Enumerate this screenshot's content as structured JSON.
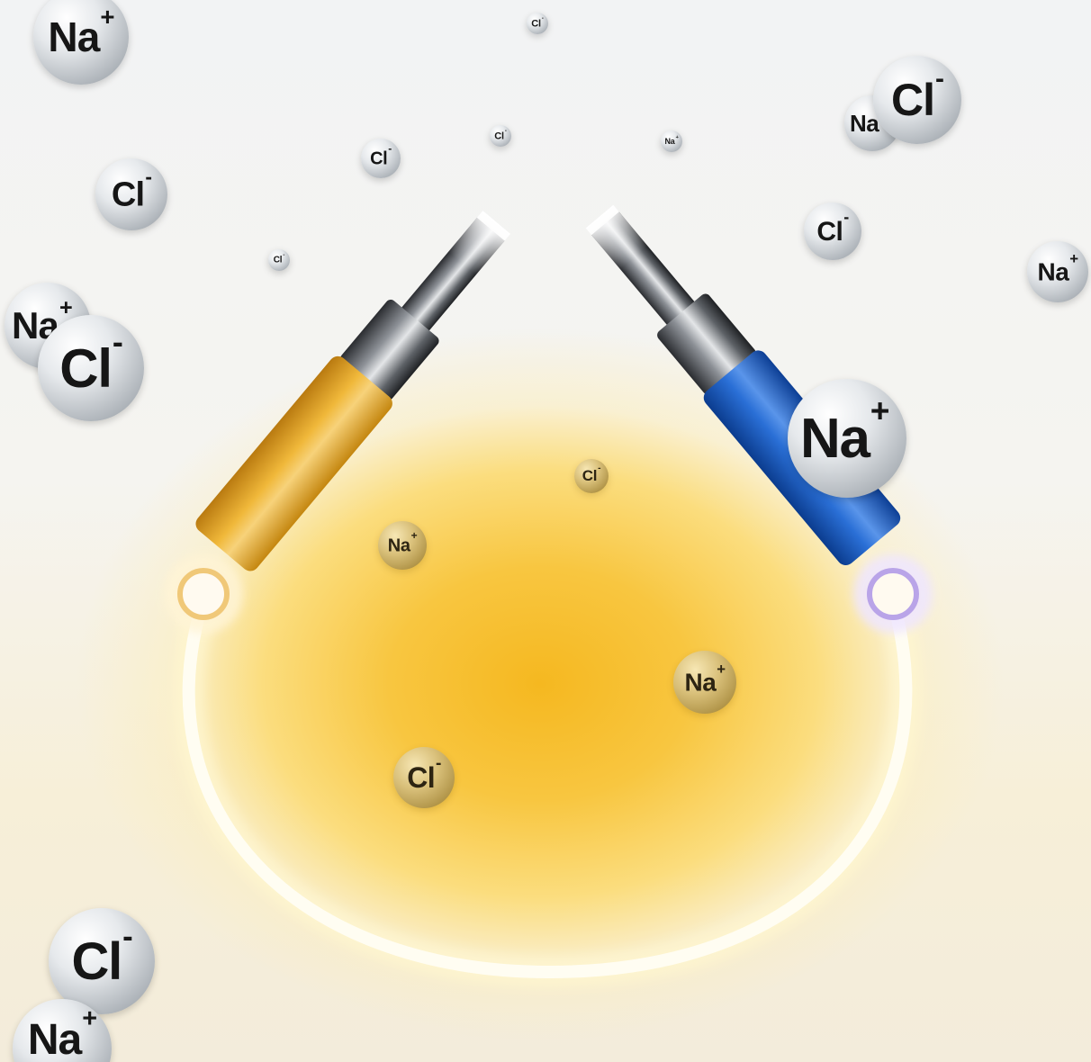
{
  "ions": {
    "na_top_left": {
      "symbol": "Na",
      "charge": "+"
    },
    "cl_top_center_small": {
      "symbol": "Cl",
      "charge": "-"
    },
    "cl_top_right_large": {
      "symbol": "Cl",
      "charge": "-"
    },
    "na_top_right_partial": {
      "symbol": "Na",
      "charge": "+"
    },
    "cl_upper_center_small": {
      "symbol": "Cl",
      "charge": "-"
    },
    "cl_upper_left_mid": {
      "symbol": "Cl",
      "charge": "-"
    },
    "na_upper_right_tiny": {
      "symbol": "Na",
      "charge": "+"
    },
    "cl_left_medium": {
      "symbol": "Cl",
      "charge": "-"
    },
    "cl_right_medium": {
      "symbol": "Cl",
      "charge": "-"
    },
    "cl_left_tiny": {
      "symbol": "Cl",
      "charge": "-"
    },
    "na_far_right": {
      "symbol": "Na",
      "charge": "+"
    },
    "na_left_partial": {
      "symbol": "Na",
      "charge": "+"
    },
    "cl_left_large": {
      "symbol": "Cl",
      "charge": "-"
    },
    "na_behind_blue_probe": {
      "symbol": "Na",
      "charge": "+"
    },
    "cl_center_small": {
      "symbol": "Cl",
      "charge": "-"
    },
    "na_center_left": {
      "symbol": "Na",
      "charge": "+"
    },
    "na_center_right": {
      "symbol": "Na",
      "charge": "+"
    },
    "cl_center_lower": {
      "symbol": "Cl",
      "charge": "-"
    },
    "cl_bottom_left": {
      "symbol": "Cl",
      "charge": "-"
    },
    "na_bottom_left": {
      "symbol": "Na",
      "charge": "+"
    }
  },
  "colors": {
    "background": "#f4f4f2",
    "glow": "#f5b820",
    "yellow_probe": "#e8a820",
    "blue_probe": "#1e5fc4",
    "steel": "#7d8187",
    "ion_gray": "#c9ced3"
  }
}
